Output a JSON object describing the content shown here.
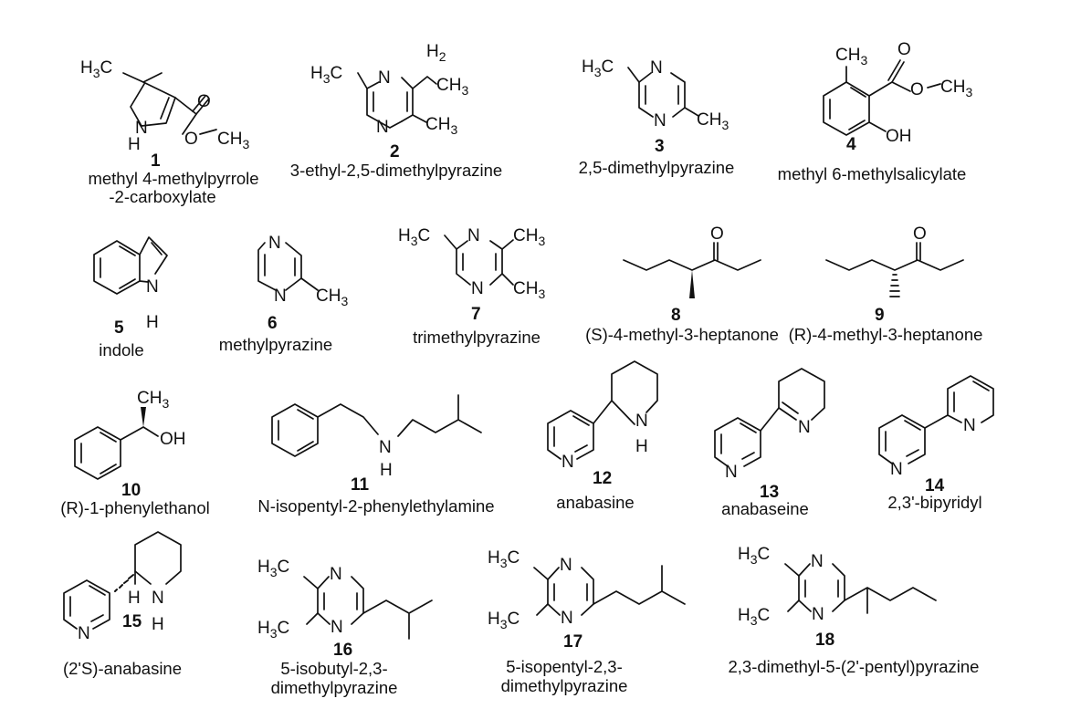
{
  "compounds": [
    {
      "number": "1",
      "name_lines": [
        "methyl 4-methylpyrrole",
        "-2-carboxylate"
      ],
      "atoms": {
        "me": "H3C",
        "nh": "N",
        "h": "H",
        "o1": "O",
        "o2": "O",
        "ch3": "CH3"
      }
    },
    {
      "number": "2",
      "name_lines": [
        "3-ethyl-2,5-dimethylpyrazine"
      ],
      "atoms": {
        "me": "H3C",
        "n1": "N",
        "n2": "N",
        "h2": "H2",
        "ch3a": "CH3",
        "ch3b": "CH3"
      }
    },
    {
      "number": "3",
      "name_lines": [
        "2,5-dimethylpyrazine"
      ],
      "atoms": {
        "me": "H3C",
        "n1": "N",
        "n2": "N",
        "ch3": "CH3"
      }
    },
    {
      "number": "4",
      "name_lines": [
        "methyl 6-methylsalicylate"
      ],
      "atoms": {
        "ch3": "CH3",
        "o1": "O",
        "o2": "O",
        "ch3b": "CH3",
        "oh": "OH"
      }
    },
    {
      "number": "5",
      "name_lines": [
        "indole"
      ],
      "atoms": {
        "n": "N",
        "h": "H"
      }
    },
    {
      "number": "6",
      "name_lines": [
        "methylpyrazine"
      ],
      "atoms": {
        "n1": "N",
        "n2": "N",
        "ch3": "CH3"
      }
    },
    {
      "number": "7",
      "name_lines": [
        "trimethylpyrazine"
      ],
      "atoms": {
        "me": "H3C",
        "n1": "N",
        "n2": "N",
        "ch3a": "CH3",
        "ch3b": "CH3"
      }
    },
    {
      "number": "8",
      "name_lines": [
        "(S)-4-methyl-3-heptanone"
      ],
      "atoms": {
        "o": "O"
      }
    },
    {
      "number": "9",
      "name_lines": [
        "(R)-4-methyl-3-heptanone"
      ],
      "atoms": {
        "o": "O"
      }
    },
    {
      "number": "10",
      "name_lines": [
        "(R)-1-phenylethanol"
      ],
      "atoms": {
        "ch3": "CH3",
        "oh": "OH"
      }
    },
    {
      "number": "11",
      "name_lines": [
        "N-isopentyl-2-phenylethylamine"
      ],
      "atoms": {
        "n": "N",
        "h": "H"
      }
    },
    {
      "number": "12",
      "name_lines": [
        "anabasine"
      ],
      "atoms": {
        "n1": "N",
        "n2": "N",
        "h": "H"
      }
    },
    {
      "number": "13",
      "name_lines": [
        "anabaseine"
      ],
      "atoms": {
        "n1": "N",
        "n2": "N"
      }
    },
    {
      "number": "14",
      "name_lines": [
        "2,3'-bipyridyl"
      ],
      "atoms": {
        "n1": "N",
        "n2": "N"
      }
    },
    {
      "number": "15",
      "name_lines": [
        "(2'S)-anabasine"
      ],
      "atoms": {
        "n1": "N",
        "n2": "N",
        "h1": "H",
        "h2": "H"
      }
    },
    {
      "number": "16",
      "name_lines": [
        "5-isobutyl-2,3-",
        "dimethylpyrazine"
      ],
      "atoms": {
        "me1": "H3C",
        "me2": "H3C",
        "n1": "N",
        "n2": "N"
      }
    },
    {
      "number": "17",
      "name_lines": [
        "5-isopentyl-2,3-",
        "dimethylpyrazine"
      ],
      "atoms": {
        "me1": "H3C",
        "me2": "H3C",
        "n1": "N",
        "n2": "N"
      }
    },
    {
      "number": "18",
      "name_lines": [
        "2,3-dimethyl-5-(2'-pentyl)pyrazine"
      ],
      "atoms": {
        "me1": "H3C",
        "me2": "H3C",
        "n1": "N",
        "n2": "N"
      }
    }
  ]
}
